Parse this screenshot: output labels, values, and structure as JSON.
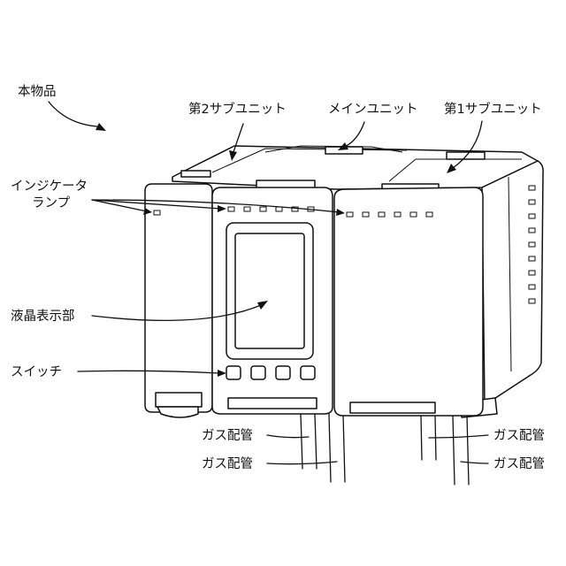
{
  "labels": {
    "object": "本物品",
    "sub_unit_2": "第2サブユニット",
    "main_unit": "メインユニット",
    "sub_unit_1": "第1サブユニット",
    "indicator_lamp_line1": "インジケータ",
    "indicator_lamp_line2": "ランプ",
    "lcd": "液晶表示部",
    "switch": "スイッチ",
    "gas_pipe_1": "ガス配管",
    "gas_pipe_2": "ガス配管",
    "gas_pipe_3": "ガス配管",
    "gas_pipe_4": "ガス配管"
  },
  "colors": {
    "stroke": "#111111",
    "background": "#ffffff"
  }
}
